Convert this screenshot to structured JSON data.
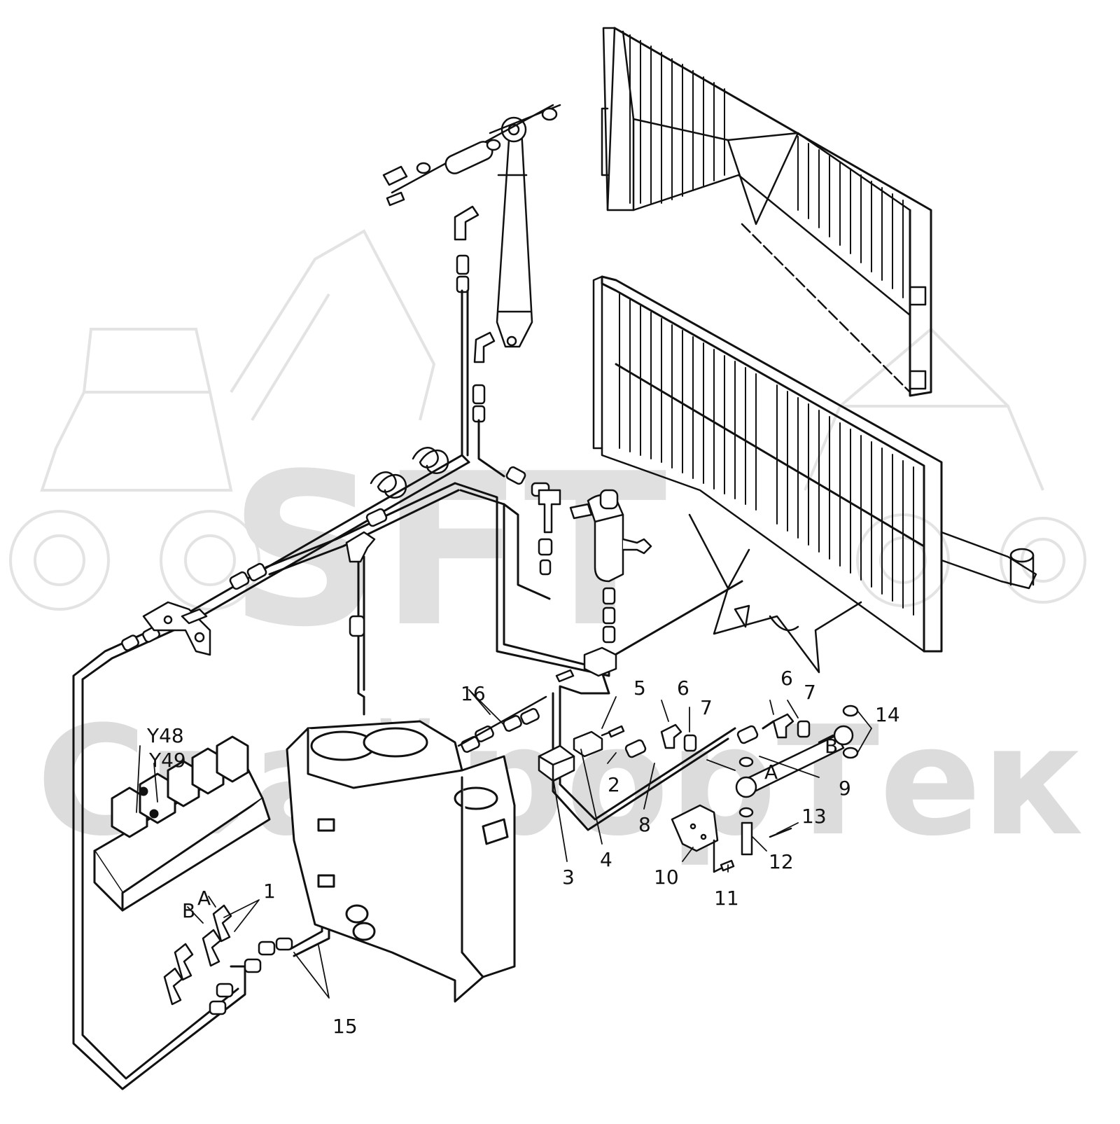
{
  "watermark": {
    "logo_text": "SFT",
    "brand_text": "СпайрорТек",
    "color": "#dadada"
  },
  "colors": {
    "line": "#111111",
    "paper": "#ffffff"
  },
  "callouts": {
    "c1": "1",
    "c2": "2",
    "c3": "3",
    "c4": "4",
    "c5": "5",
    "c6a": "6",
    "c6b": "6",
    "c7a": "7",
    "c7b": "7",
    "c8": "8",
    "c9": "9",
    "c10": "10",
    "c11": "11",
    "c12": "12",
    "c13": "13",
    "c14": "14",
    "c15": "15",
    "c16": "16",
    "y48": "Y48",
    "y49": "Y49",
    "port_a_valve": "A",
    "port_b_valve": "B",
    "port_a_cyl": "A",
    "port_b_cyl": "B"
  }
}
